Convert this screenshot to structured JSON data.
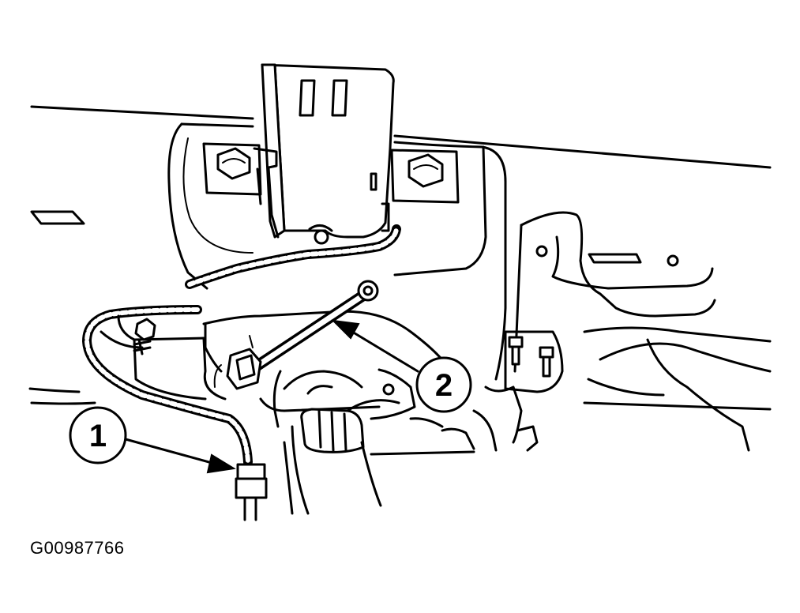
{
  "figure": {
    "id": "G00987766"
  },
  "callouts": [
    {
      "number": "1"
    },
    {
      "number": "2"
    }
  ],
  "colors": {
    "ink": "#000000",
    "paper": "#ffffff"
  }
}
